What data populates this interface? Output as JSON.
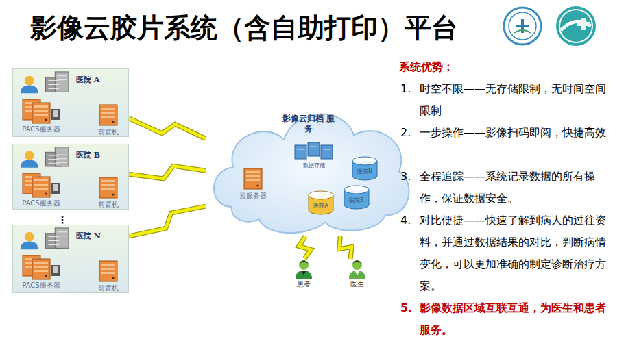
{
  "diagram": {
    "title": "影像云胶片系统（含自助打印）平台",
    "nodes": [
      {
        "text": [
          "医院 A"
        ]
      },
      {
        "text": [
          "PACS服务器"
        ],
        "in": 0
      },
      {
        "text": [
          "前置机"
        ],
        "in": 0
      },
      {
        "text": [
          "医院 B"
        ]
      },
      {
        "text": [
          "PACS服务器"
        ],
        "in": 3
      },
      {
        "text": [
          "前置机"
        ],
        "in": 3
      },
      {
        "text": [
          "医院 N"
        ]
      },
      {
        "text": [
          "PACS服务器"
        ],
        "in": 6
      },
      {
        "text": [
          "前置机"
        ],
        "in": 6
      },
      {
        "text": [
          "影像云归档 服务"
        ]
      },
      {
        "text": [
          "数据存储"
        ],
        "in": 9
      },
      {
        "text": [
          "医院N"
        ],
        "in": 9
      },
      {
        "text": [
          "云服务器"
        ],
        "in": 9
      },
      {
        "text": [
          "医院A"
        ],
        "in": 9
      },
      {
        "text": [
          "医院B"
        ],
        "in": 9
      },
      {
        "text": [
          "患者"
        ]
      },
      {
        "text": [
          "医生"
        ]
      }
    ],
    "edges": [
      {
        "from": 1,
        "to": 2,
        "arrow": "none"
      },
      {
        "from": 4,
        "to": 5,
        "arrow": "none"
      },
      {
        "from": 7,
        "to": 8,
        "arrow": "none"
      },
      {
        "from": 0,
        "to": 9,
        "arrow": "none"
      },
      {
        "from": 3,
        "to": 9,
        "arrow": "none"
      },
      {
        "from": 6,
        "to": 9,
        "arrow": "none"
      },
      {
        "from": 12,
        "to": 10,
        "arrow": "none"
      },
      {
        "from": 10,
        "to": 11,
        "arrow": "none"
      },
      {
        "from": 10,
        "to": 13,
        "arrow": "none"
      },
      {
        "from": 10,
        "to": 14,
        "arrow": "none"
      },
      {
        "from": 9,
        "to": 15,
        "arrow": "none"
      },
      {
        "from": 9,
        "to": 16,
        "arrow": "none"
      }
    ],
    "labels": [
      "⋮",
      "系统优势：",
      "1.",
      "时空不限——无存储限制，无时间空间限制",
      "2.",
      "一步操作——影像扫码即阅，快捷高效",
      "3.",
      "全程追踪——系统记录数据的所有操作，保证数据安全。",
      "4.",
      "对比便捷——快速了解到病人的过往资料，并通过数据结果的对比，判断病情变化，可以更加准确的制定诊断治疗方案。",
      "5.",
      "影像数据区域互联互通，为医生和患者服务。"
    ]
  }
}
